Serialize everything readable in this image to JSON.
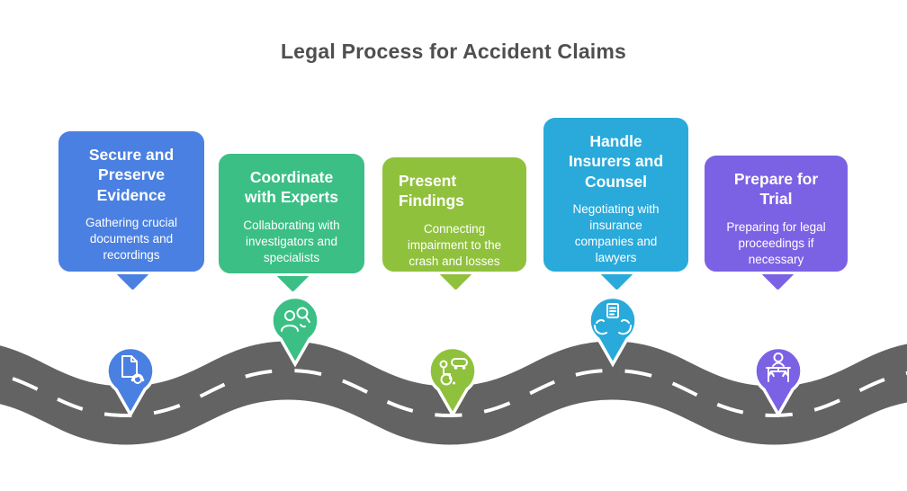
{
  "title": "Legal Process for Accident Claims",
  "title_color": "#4f4f4f",
  "road": {
    "surface_color": "#636363",
    "marking_color": "#ffffff"
  },
  "steps": [
    {
      "title": "Secure and Preserve Evidence",
      "description": "Gathering crucial documents and recordings",
      "color": "#4a80e1",
      "icon": "document-recordings-icon"
    },
    {
      "title": "Coordinate with Experts",
      "description": "Collaborating with investigators and specialists",
      "color": "#3bbf85",
      "icon": "investigators-magnifier-icon"
    },
    {
      "title": "Present Findings",
      "description": "Connecting impairment to the crash and losses",
      "color": "#90c13d",
      "icon": "impairment-car-icon"
    },
    {
      "title": "Handle Insurers and Counsel",
      "description": "Negotiating with insurance companies and lawyers",
      "color": "#29aadb",
      "icon": "hands-policy-icon"
    },
    {
      "title": "Prepare for Trial",
      "description": "Preparing for legal proceedings if necessary",
      "color": "#7b62e4",
      "icon": "lawyer-scales-icon"
    }
  ]
}
